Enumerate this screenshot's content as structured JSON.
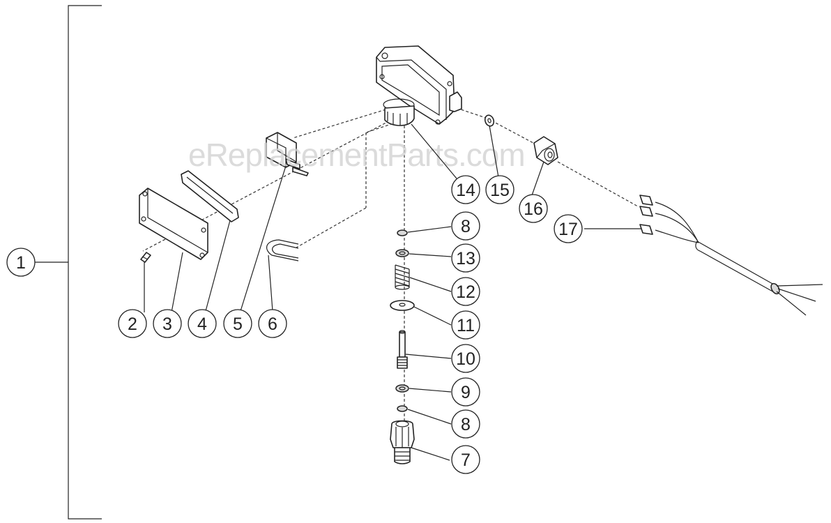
{
  "watermark": "eReplacementParts.com",
  "callouts": [
    {
      "id": "c1",
      "label": "1"
    },
    {
      "id": "c2",
      "label": "2"
    },
    {
      "id": "c3",
      "label": "3"
    },
    {
      "id": "c4",
      "label": "4"
    },
    {
      "id": "c5",
      "label": "5"
    },
    {
      "id": "c6",
      "label": "6"
    },
    {
      "id": "c7",
      "label": "7"
    },
    {
      "id": "c8a",
      "label": "8"
    },
    {
      "id": "c8b",
      "label": "8"
    },
    {
      "id": "c9",
      "label": "9"
    },
    {
      "id": "c10",
      "label": "10"
    },
    {
      "id": "c11",
      "label": "11"
    },
    {
      "id": "c12",
      "label": "12"
    },
    {
      "id": "c13",
      "label": "13"
    },
    {
      "id": "c14",
      "label": "14"
    },
    {
      "id": "c15",
      "label": "15"
    },
    {
      "id": "c16",
      "label": "16"
    },
    {
      "id": "c17",
      "label": "17"
    }
  ]
}
